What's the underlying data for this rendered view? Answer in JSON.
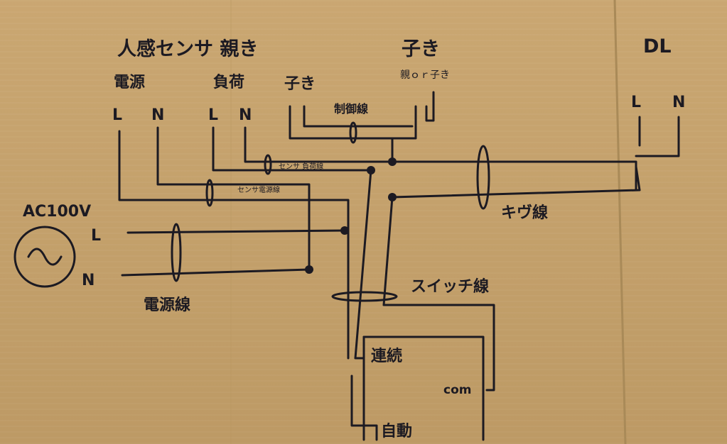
{
  "diagram": {
    "sensor_parent_title": "人感センサ 親き",
    "power_label": "電源",
    "load_label": "負荷",
    "child_label_left": "子き",
    "child_label_right": "子き",
    "parent_child_note": "親ｏｒ子き",
    "dl_label": "DL",
    "terminal_l_1": "L",
    "terminal_n_1": "N",
    "terminal_l_2": "L",
    "terminal_n_2": "N",
    "dl_terminal_l": "L",
    "dl_terminal_n": "N",
    "control_wire": "制御線",
    "sensor_load_wire": "センサ 負荷線",
    "sensor_power_wire": "センサ電源線",
    "kiv_wire": "キヴ線",
    "ac_label": "AC100V",
    "ac_l": "L",
    "ac_n": "N",
    "power_cable": "電源線",
    "switch_wire": "スイッチ線",
    "continuous": "連続",
    "com": "com",
    "auto": "自動"
  },
  "colors": {
    "cardboard": "#c7a26a",
    "ink": "#1c1a22"
  }
}
